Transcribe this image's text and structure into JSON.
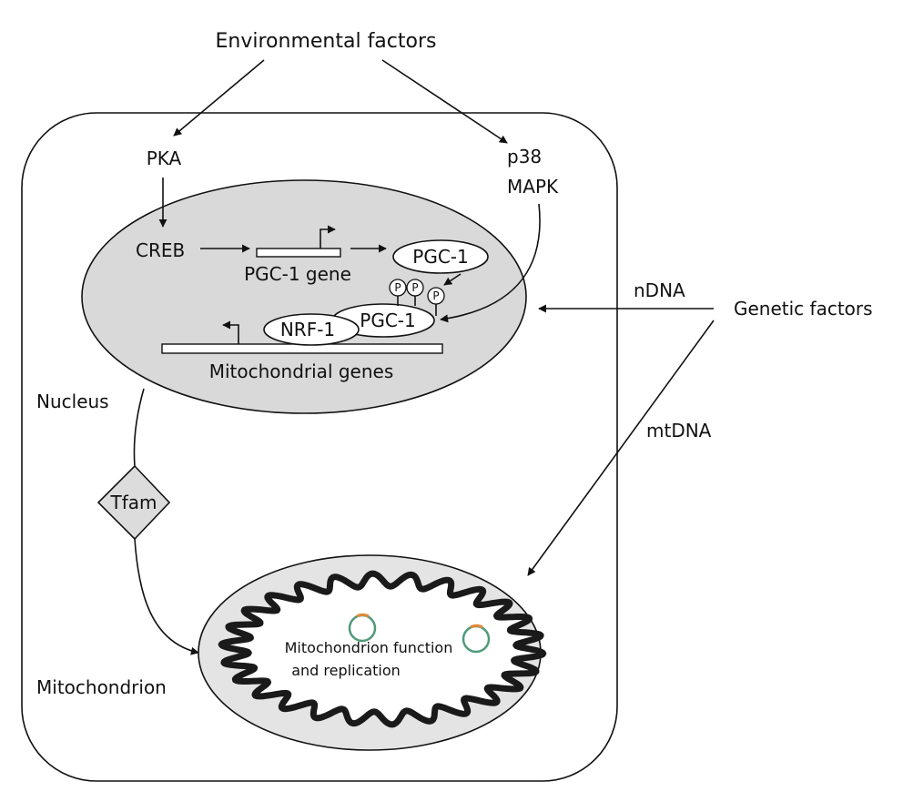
{
  "labels": {
    "environmental_factors": "Environmental factors",
    "genetic_factors": "Genetic factors",
    "pka": "PKA",
    "p38": "p38",
    "mapk": "MAPK",
    "creb": "CREB",
    "pgc1_gene": "PGC-1 gene",
    "pgc1": "PGC-1",
    "pgc1_bound": "PGC-1",
    "nrf1": "NRF-1",
    "phospho": "P",
    "mitochondrial_genes": "Mitochondrial genes",
    "nucleus": "Nucleus",
    "ndna": "nDNA",
    "mtdna": "mtDNA",
    "tfam": "Tfam",
    "mitochondrion": "Mitochondrion",
    "mito_function_line1": "Mitochondrion function",
    "mito_function_line2": "and replication"
  },
  "colors": {
    "line": "#111111",
    "nucleus_fill": "#d9d9d9",
    "mitochondrion_fill": "#e4e4e4",
    "tfam_fill": "#dcdcdc",
    "cristae_stroke": "#1a1a1a",
    "mtdna_ring": "#4f9a7a",
    "mtdna_mark": "#e08a3a"
  }
}
